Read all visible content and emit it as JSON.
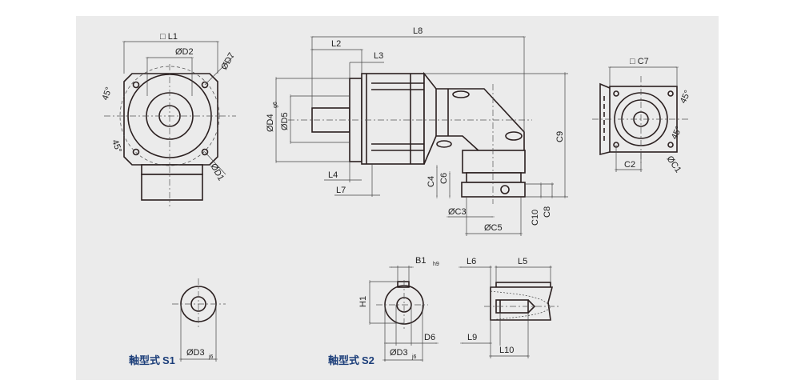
{
  "front_view": {
    "l1": "□ L1",
    "d2": "ØD2",
    "d7": "ØD7",
    "angle_top": "45°",
    "angle_bottom": "45°",
    "d1": "ØD1"
  },
  "side_view": {
    "l8": "L8",
    "l2": "L2",
    "l3": "L3",
    "d4": "ØD4",
    "d4_tol": "g6",
    "d5": "ØD5",
    "l4": "L4",
    "l7": "L7",
    "c4": "C4",
    "c6": "C6",
    "c3": "ØC3",
    "c5": "ØC5",
    "c10": "C10",
    "c8": "C8",
    "c9": "C9"
  },
  "output_view": {
    "c7": "□ C7",
    "c2": "C2",
    "c1": "ØC1",
    "angle_top": "45°",
    "angle_bottom": "45°"
  },
  "shaft_s1": {
    "d3": "ØD3",
    "d3_tol": "j6",
    "caption_prefix": "軸型式",
    "caption_code": "S1"
  },
  "shaft_s2": {
    "b1": "B1",
    "b1_tol": "h9",
    "h1": "H1",
    "d6": "D6",
    "d3": "ØD3",
    "d3_tol": "j6",
    "caption_prefix": "軸型式",
    "caption_code": "S2",
    "l6": "L6",
    "l5": "L5",
    "l9": "L9",
    "l10": "L10"
  }
}
